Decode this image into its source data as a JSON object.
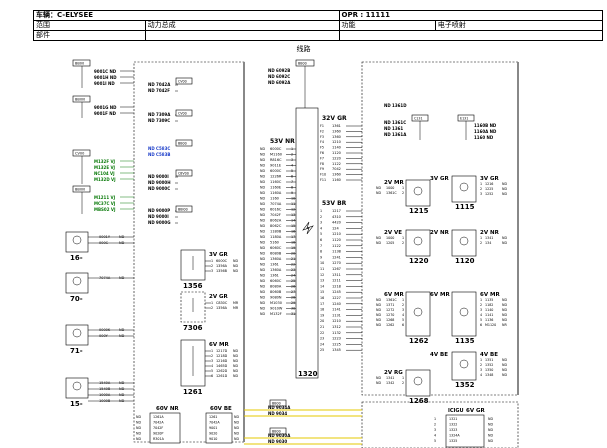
{
  "header": {
    "vehicle": "车辆：C-ELYSEE",
    "opr": "OPR : 11111",
    "scope_label": "范围",
    "system_label": "动力总成",
    "function_label": "功能",
    "function_value": "电子喷射",
    "part_label": "部件"
  },
  "diagram_title": "线路",
  "left_tags": [
    {
      "tag": "BB00",
      "lines": [
        "9001C ND",
        "9001H ND",
        "9001I ND"
      ]
    },
    {
      "tag": "BBI00",
      "lines": [
        "9001G ND",
        "9001F ND"
      ]
    },
    {
      "tag": "CV00",
      "lines": [
        "M132F VJ",
        "M132E VJ",
        "NC104 VJ",
        "M132D VJ"
      ]
    },
    {
      "tag": "BBI00",
      "lines": [
        "M1211 VJ",
        "MC37C VJ",
        "MBS02 VJ"
      ]
    }
  ],
  "left_components": [
    {
      "id": "16-",
      "pins": [
        "0001Y",
        "000C"
      ]
    },
    {
      "id": "70-",
      "pins": [
        "7074A"
      ]
    },
    {
      "id": "71-",
      "pins": [
        "0000K",
        "000Y"
      ]
    },
    {
      "id": "15-",
      "pins": [
        "1540A",
        "1540B",
        "1000A",
        "1000B"
      ]
    }
  ],
  "mid_left_wires": [
    "ND 7042A",
    "ND 7042F",
    "ND 7309A",
    "ND 7309C",
    "ND 9000I",
    "ND 9000H",
    "ND 9000C",
    "ND 9000P",
    "ND 9000I",
    "ND 9000G"
  ],
  "c_labels": [
    "CV00",
    "CV00",
    "BB00",
    "C8V00",
    "BBI00"
  ],
  "blue_wires": [
    "ND C583C",
    "ND C583B"
  ],
  "top_center_wires": [
    "ND 6092B",
    "ND 6092C",
    "ND 6092A"
  ],
  "top_right_wires": [
    "ND 1361D",
    "ND 1361C",
    "ND 1361",
    "ND 1361A"
  ],
  "far_right_wires": [
    "1160B ND",
    "1160A ND",
    "1160 ND"
  ],
  "conn_53v": {
    "label": "53V NR",
    "rows": [
      "6000C",
      "M1160",
      "R816C",
      "9011E",
      "6000C",
      "1226R",
      "1160C",
      "1160E",
      "1160A",
      "1160",
      "7074A",
      "6016C",
      "7042F",
      "8062A",
      "8062C",
      "1180B",
      "1180A",
      "5160",
      "6060C",
      "6080B",
      "1360A",
      "1361",
      "1360A",
      "1361",
      "6060C",
      "8080A",
      "8060B",
      "9080N",
      "M1030",
      "9010W",
      "M132F"
    ]
  },
  "conn_32v": {
    "label": "32V GR",
    "rows": [
      "1361",
      "1360",
      "1360",
      "1210",
      "1140",
      "1120",
      "1220",
      "1122",
      "7042",
      "1360",
      "1160"
    ]
  },
  "conn_53v_b": {
    "label": "53V BR",
    "rows": [
      "1217",
      "4310",
      "4420",
      "124",
      "1210",
      "1120",
      "1122",
      "1138",
      "1241",
      "1270",
      "1267",
      "1311",
      "1211",
      "1218",
      "1245",
      "1227",
      "1240",
      "1141",
      "1131",
      "1210",
      "1312",
      "1132",
      "1223",
      "1225",
      "1345"
    ]
  },
  "ecu": {
    "id": "1320"
  },
  "mid_components": [
    {
      "id": "1356",
      "conn": "3V GR",
      "pins": [
        "6000C",
        "1356A",
        "1356B"
      ],
      "labels": [
        "ND",
        "ND",
        "ND"
      ]
    },
    {
      "id": "7306",
      "conn": "2V GR",
      "pins": [
        "C830C",
        "1356A"
      ],
      "labels": [
        "MR",
        "MR"
      ]
    },
    {
      "id": "1261",
      "conn": "6V MR",
      "pins": [
        "1217D",
        "1218D",
        "1216D",
        "1465D",
        "1262D",
        "1261D"
      ],
      "labels": [
        "ND",
        "ND",
        "ND",
        "ND",
        "ND",
        "ND"
      ]
    }
  ],
  "bottom_left": {
    "conn1": "60V NR",
    "conn2": "60V BE",
    "rows1": [
      "1261A",
      "7042A",
      "7042F",
      "9020P",
      "R301A"
    ],
    "rows2": [
      "1261",
      "7042A",
      "9001",
      "9020",
      "9010"
    ]
  },
  "bottom_center_tags": [
    "BB00",
    "BB00"
  ],
  "bottom_center_wires": [
    "ND 9034A",
    "ND 9034",
    "ND 9030A",
    "ND 9030"
  ],
  "right_components": [
    {
      "id": "1215",
      "conn": "2V MR",
      "pins": [
        "1000",
        "1361C"
      ],
      "labels": [
        "ND",
        "ND"
      ]
    },
    {
      "id": "1115",
      "conn": "3V GR",
      "pins": [
        "1216",
        "1225",
        "1252"
      ],
      "labels": [
        "ND",
        "ND",
        "ND"
      ]
    },
    {
      "id": "1220",
      "conn": "2V VE",
      "pins": [
        "1000",
        "1205"
      ],
      "labels": [
        "ND",
        "ND"
      ]
    },
    {
      "id": "1120",
      "conn": "2V NR",
      "pins": [
        "1341",
        "134"
      ],
      "labels": [
        "ND",
        "ND"
      ]
    },
    {
      "id": "1262",
      "conn": "6V MR",
      "pins": [
        "1361C",
        "1371",
        "1272",
        "1270",
        "1268",
        "1262"
      ],
      "labels": [
        "ND",
        "ND",
        "ND",
        "ND",
        "ND",
        "ND"
      ]
    },
    {
      "id": "1135",
      "conn": "6V MR",
      "pins": [
        "1135",
        "1182",
        "1140",
        "1141",
        "1136",
        "M1120"
      ],
      "labels": [
        "ND",
        "ND",
        "ND",
        "ND",
        "ND",
        "NR"
      ]
    },
    {
      "id": "1268",
      "conn": "2V RG",
      "pins": [
        "1341",
        "1342"
      ],
      "labels": [
        "ND",
        "ND"
      ]
    },
    {
      "id": "1352",
      "conn": "4V BE",
      "pins": [
        "1351",
        "1352",
        "1350",
        "1348"
      ],
      "labels": [
        "ND",
        "ND",
        "ND",
        "ND"
      ]
    }
  ],
  "bottom_right": {
    "conn": "6V GR",
    "label": "ICIGU",
    "rows": [
      "1321",
      "1322",
      "1323",
      "1324A",
      "1325"
    ],
    "labels": [
      "ND",
      "ND",
      "ND",
      "ND",
      "ND"
    ]
  }
}
